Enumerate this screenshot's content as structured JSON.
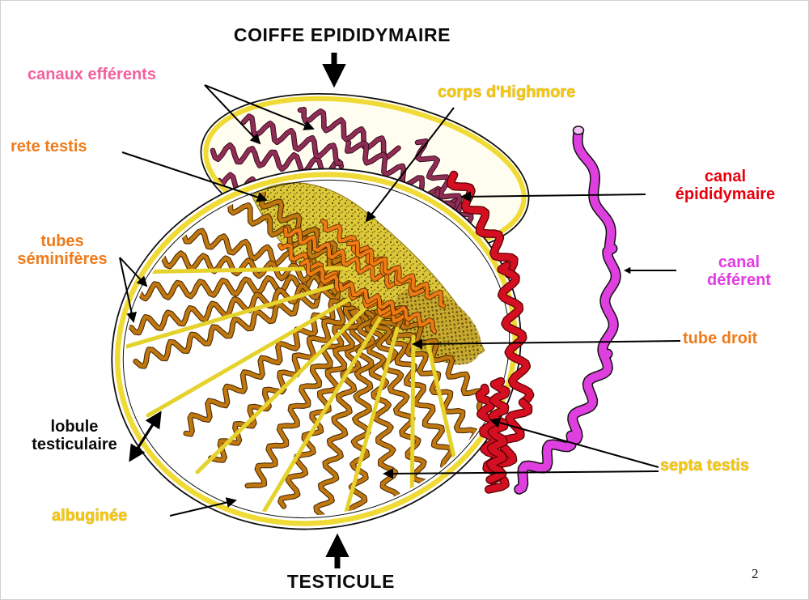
{
  "page": {
    "number": "2"
  },
  "colors": {
    "pink": "#f2619e",
    "yellow": "#f6c80a",
    "orange": "#ef7b1a",
    "red": "#e8000d",
    "magenta": "#e23de2",
    "black": "#0a0a0a",
    "albuginea_outline": "#efda36",
    "tubule_orange": "#c1770f",
    "epididymis_maroon": "#8f2d55",
    "canal_red": "#d40f22",
    "deferent_magenta": "#df3fdf",
    "highmore_speckle": "#ddc83a"
  },
  "labels": {
    "coiffe": {
      "text": "COIFFE EPIDIDYMAIRE"
    },
    "canaux_efferents": {
      "text": "canaux efférents"
    },
    "corps_highmore": {
      "text": "corps d'Highmore"
    },
    "rete_testis": {
      "text": "rete testis"
    },
    "canal_epididymaire": {
      "text": "canal\népididymaire"
    },
    "canal_deferent": {
      "text": "canal\ndéférent"
    },
    "tube_droit": {
      "text": "tube droit"
    },
    "tubes_seminiferes": {
      "text": "tubes\nséminifères"
    },
    "lobule_testiculaire": {
      "text": "lobule\ntesticulaire"
    },
    "albuginee": {
      "text": "albuginée"
    },
    "septa_testis": {
      "text": "septa testis"
    },
    "testicule": {
      "text": "TESTICULE"
    }
  }
}
